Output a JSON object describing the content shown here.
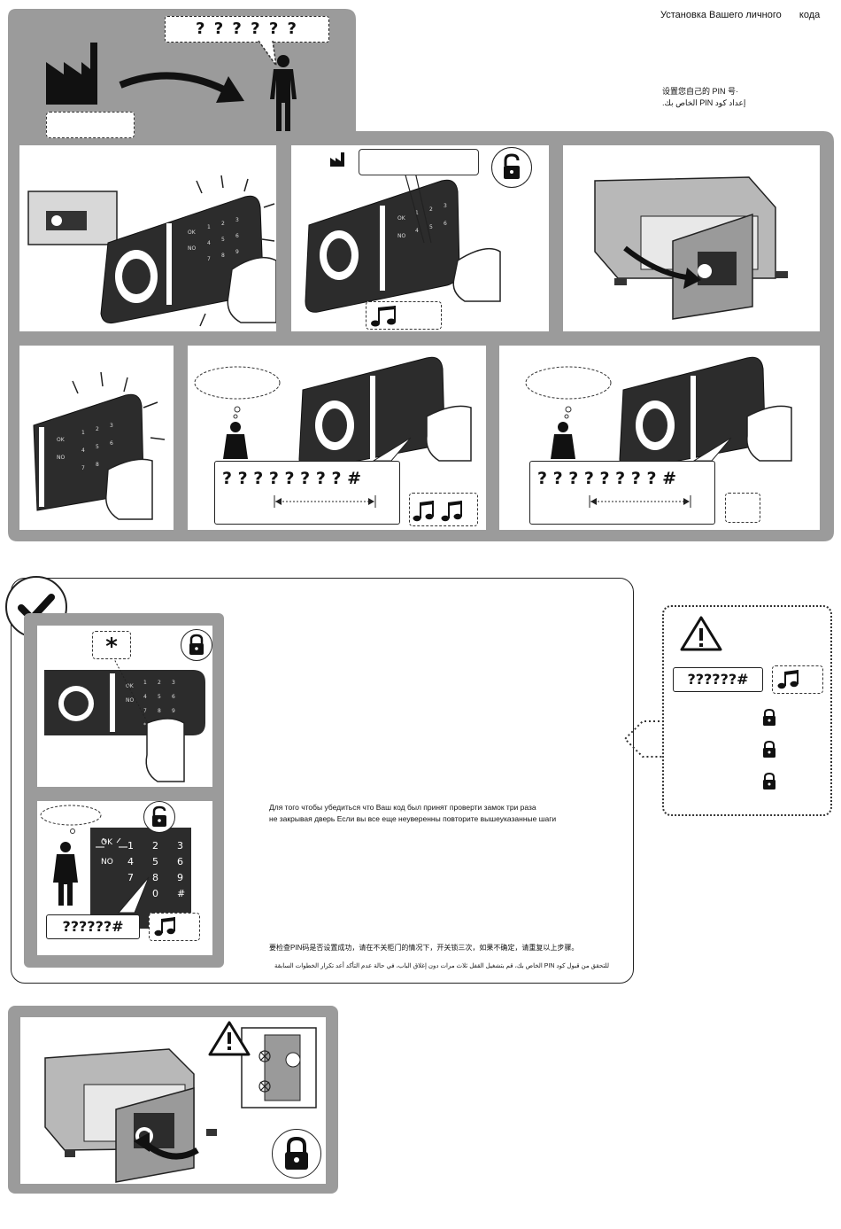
{
  "header": {
    "ru_title_part1": "Установка Вашего личного",
    "ru_title_part2": "кода",
    "zh_title": "设置您自己的 PIN 号·",
    "ar_title": "إعداد كود PIN الخاص بك."
  },
  "step_top": {
    "factory_code_bubble": "? ? ? ? ? ?"
  },
  "steps": {
    "code_entry_a": "? ? ? ? ? ? ? ? #",
    "code_entry_b": "? ? ? ? ? ? ? ? #"
  },
  "verify": {
    "star_key": "*",
    "keypad_ok": "OK",
    "keypad_no": "NO",
    "keys": [
      "1",
      "2",
      "3",
      "4",
      "5",
      "6",
      "7",
      "8",
      "9",
      "0",
      "#"
    ],
    "code_entry": "??????#",
    "ru_text_line1": "Для того  чтобы убедиться  что Ваш        код был принят проверти замок три раза",
    "ru_text_line2": "не закрывая дверь  Если вы все еще неуверенны  повторите вышеуказанные шаги",
    "zh_text": "要检查PIN码是否设置成功，请在不关柜门的情况下，开关锁三次，如果不确定，请重复以上步骤。",
    "ar_text": "للتحقق من قبول كود PIN الخاص بك، قم بتشغيل القفل ثلاث مرات دون إغلاق الباب، في حالة عدم التأكد أعد تكرار الخطوات السابقة"
  },
  "warning": {
    "code_entry": "??????#"
  },
  "colors": {
    "panel_gray": "#9b9b9b",
    "keypad_dark": "#2c2c2c"
  }
}
